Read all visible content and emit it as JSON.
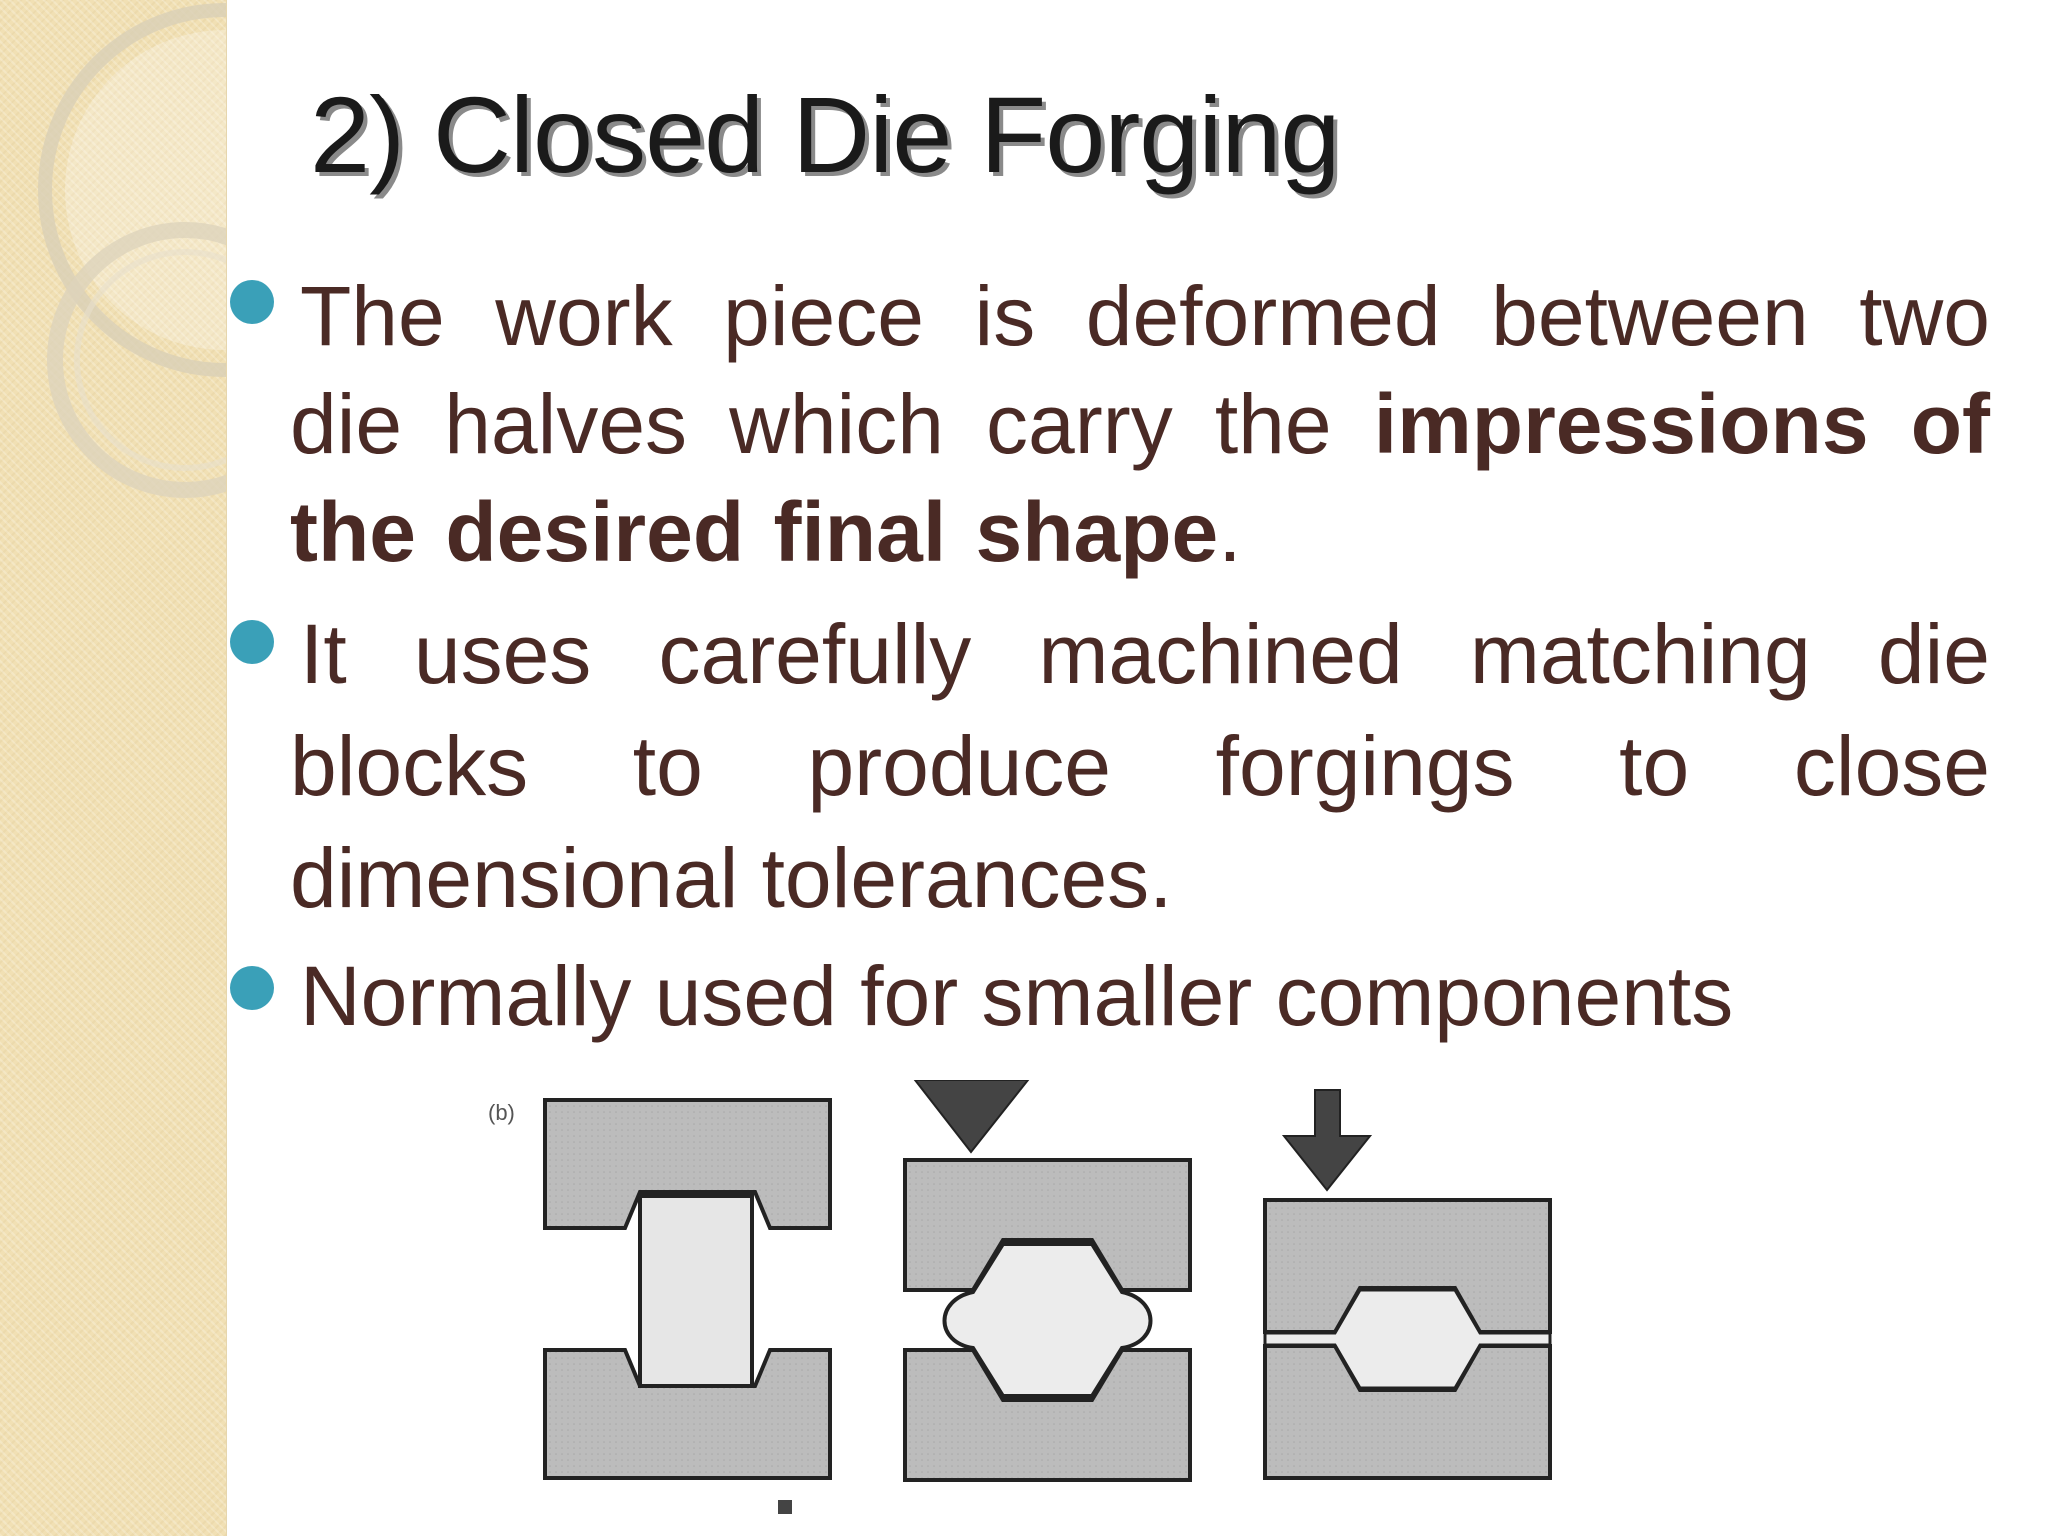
{
  "slide": {
    "title": "2) Closed Die Forging",
    "bullets": [
      {
        "text_plain": "The work piece is deformed between two die halves which carry the ",
        "text_bold": "impressions of the desired final shape",
        "text_end": "."
      },
      {
        "text_plain": "It uses carefully machined matching die blocks to produce forgings to close dimensional tolerances."
      },
      {
        "text_plain": "Normally used for smaller components"
      }
    ],
    "figure": {
      "label": "(b)",
      "stages": [
        "die-open-with-billet",
        "dies-closing",
        "dies-closed-with-flash"
      ]
    }
  },
  "colors": {
    "sidebar": "#f1e0b4",
    "bullet_dot": "#3aa0b8",
    "body_text": "#4a2a25",
    "title_text": "#1a1a1a",
    "die_fill": "#b9b9b9"
  }
}
